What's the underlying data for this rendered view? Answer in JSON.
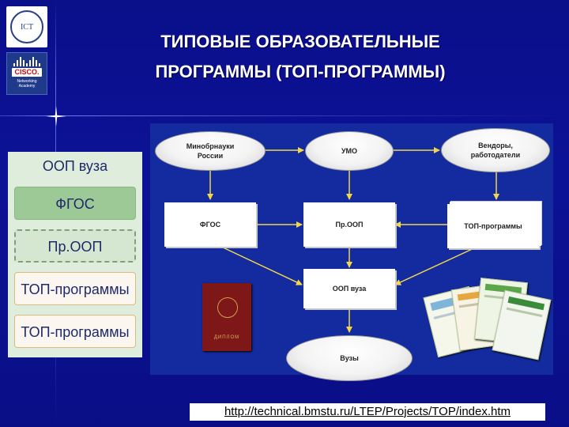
{
  "header": {
    "title_line1": "ТИПОВЫЕ ОБРАЗОВАТЕЛЬНЫЕ",
    "title_line2": "ПРОГРАММЫ (ТОП-ПРОГРАММЫ)"
  },
  "logos": {
    "ict_text": "ICT",
    "cisco_text": "CISCO.",
    "cisco_sub_line1": "Networking",
    "cisco_sub_line2": "Academy"
  },
  "left_stack": {
    "title": "ООП вуза",
    "items": [
      "ФГОС",
      "Пр.ООП",
      "ТОП-программы",
      "ТОП-программы"
    ]
  },
  "diagram": {
    "ministry_line1": "Минобрнауки",
    "ministry_line2": "России",
    "umo": "УМО",
    "vendors_line1": "Вендоры,",
    "vendors_line2": "работодатели",
    "fgos": "ФГОС",
    "proop": "Пр.ООП",
    "top_programs": "ТОП-программы",
    "oop_vuza": "ООП вуза",
    "vuzy": "Вузы",
    "diploma_text": "ДИПЛОМ"
  },
  "footer": {
    "url": "http://technical.bmstu.ru/LTEP/Projects/TOP/index.htm"
  },
  "colors": {
    "background": "#0c1296",
    "panel": "#132b9e",
    "stack_bg": "#dfeedc",
    "fgos_box": "#9cc995",
    "top_box_border": "#e0b878",
    "arrow": "#f2d74a"
  }
}
